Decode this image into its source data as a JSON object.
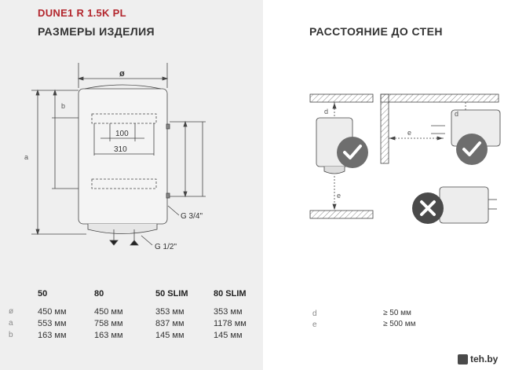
{
  "header": {
    "model": "DUNE1 R 1.5K PL",
    "dimensions_title": "РАЗМЕРЫ ИЗДЕЛИЯ",
    "distance_title": "РАССТОЯНИЕ ДО СТЕН"
  },
  "drawing": {
    "diameter_label": "ø",
    "a_label": "a",
    "b_label": "b",
    "dim_100": "100",
    "dim_310": "310",
    "thread_top": "G 3/4\"",
    "thread_bottom": "G 1/2\""
  },
  "walls": {
    "d_label": "d",
    "e_label": "e",
    "d_label_2": "d",
    "e_label_2": "e"
  },
  "table": {
    "headers": [
      "50",
      "80",
      "50 SLIM",
      "80 SLIM"
    ],
    "rows": [
      {
        "key": "ø",
        "values": [
          "450 мм",
          "450 мм",
          "353 мм",
          "353 мм"
        ]
      },
      {
        "key": "a",
        "values": [
          "553 мм",
          "758 мм",
          "837 мм",
          "1178 мм"
        ]
      },
      {
        "key": "b",
        "values": [
          "163 мм",
          "163 мм",
          "145 мм",
          "145 мм"
        ]
      }
    ]
  },
  "distances": [
    {
      "key": "d",
      "value": "≥ 50 мм"
    },
    {
      "key": "e",
      "value": "≥ 500 мм"
    }
  ],
  "watermark": {
    "text": "teh.by"
  },
  "colors": {
    "accent": "#b3262d",
    "ok_badge": "#6e6e6e",
    "bad_badge": "#4a4a4a",
    "panel": "#efefef"
  },
  "icons": [
    "check-icon",
    "cross-icon"
  ]
}
